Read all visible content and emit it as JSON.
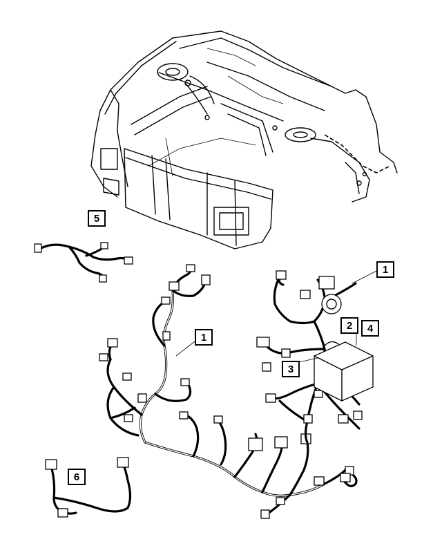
{
  "callouts": [
    {
      "id": "callout-5",
      "label": "5"
    },
    {
      "id": "callout-1a",
      "label": "1"
    },
    {
      "id": "callout-1b",
      "label": "1"
    },
    {
      "id": "callout-2",
      "label": "2"
    },
    {
      "id": "callout-4",
      "label": "4"
    },
    {
      "id": "callout-3",
      "label": "3"
    },
    {
      "id": "callout-6",
      "label": "6"
    }
  ]
}
